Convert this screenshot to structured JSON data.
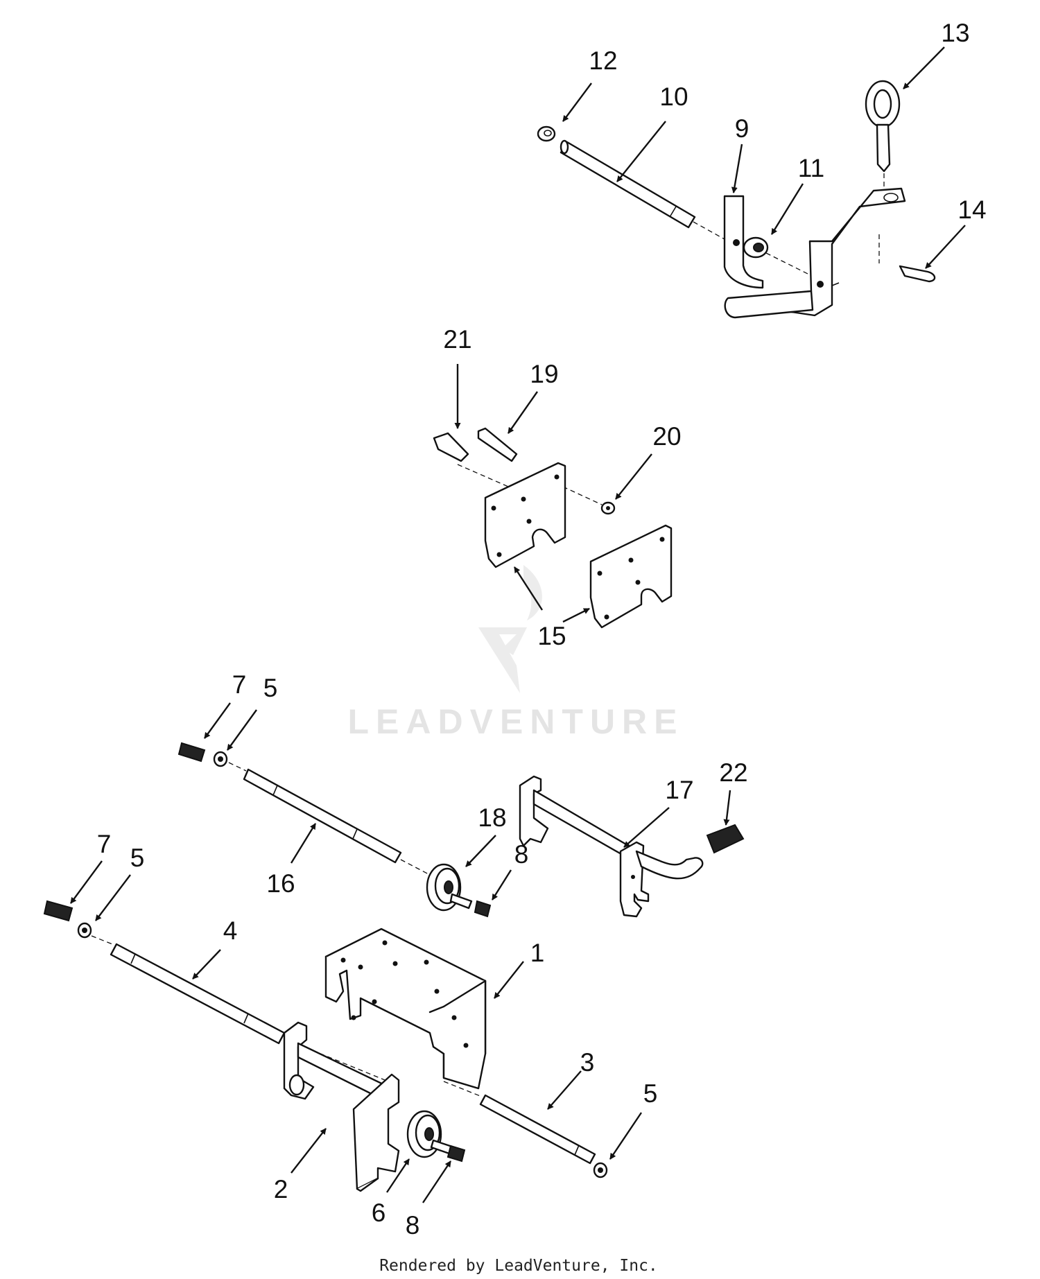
{
  "diagram": {
    "callouts": {
      "c1": "1",
      "c2": "2",
      "c3": "3",
      "c4": "4",
      "c5a": "5",
      "c5b": "5",
      "c5c": "5",
      "c6": "6",
      "c7a": "7",
      "c7b": "7",
      "c8a": "8",
      "c8b": "8",
      "c9": "9",
      "c10": "10",
      "c11": "11",
      "c12": "12",
      "c13": "13",
      "c14": "14",
      "c15": "15",
      "c16": "16",
      "c17": "17",
      "c18": "18",
      "c19": "19",
      "c20": "20",
      "c21": "21",
      "c22": "22"
    },
    "watermark": "LEADVENTURE",
    "credit": "Rendered by LeadVenture, Inc."
  }
}
